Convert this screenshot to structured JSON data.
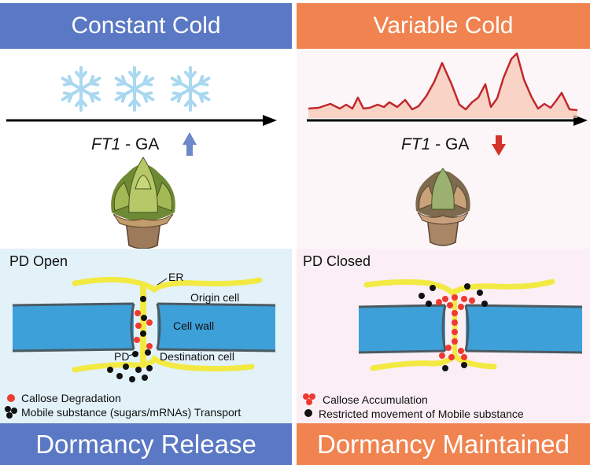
{
  "left": {
    "title": "Constant Cold",
    "gene": "FT1",
    "hormone": "- GA",
    "trend_icon": "arrow-up-icon",
    "panel_title": "PD Open",
    "labels": {
      "er": "ER",
      "origin_cell": "Origin cell",
      "cell_wall": "Cell wall",
      "pd": "PD",
      "destination_cell": "Destination cell"
    },
    "legend": {
      "callose": "Callose Degradation",
      "mobile": "Mobile substance (sugars/mRNAs) Transport"
    },
    "footer": "Dormancy Release"
  },
  "right": {
    "title": "Variable Cold",
    "gene": "FT1",
    "hormone": "- GA",
    "trend_icon": "arrow-down-icon",
    "panel_title": "PD Closed",
    "legend": {
      "callose": "Callose Accumulation",
      "mobile": "Restricted movement of Mobile substance"
    },
    "footer": "Dormancy Maintained"
  },
  "colors": {
    "blue_banner": "#5a78c4",
    "orange_banner": "#f0834f",
    "snowflake": "#a9d8f0",
    "temperature_line": "#c0282d",
    "callose": "#ee3a2f",
    "mobile_substance": "#000000",
    "arrow_up": "#6d89c9",
    "arrow_down": "#d4322a",
    "cell_wall": "#3ea0d8",
    "er": "#f2ea42"
  }
}
